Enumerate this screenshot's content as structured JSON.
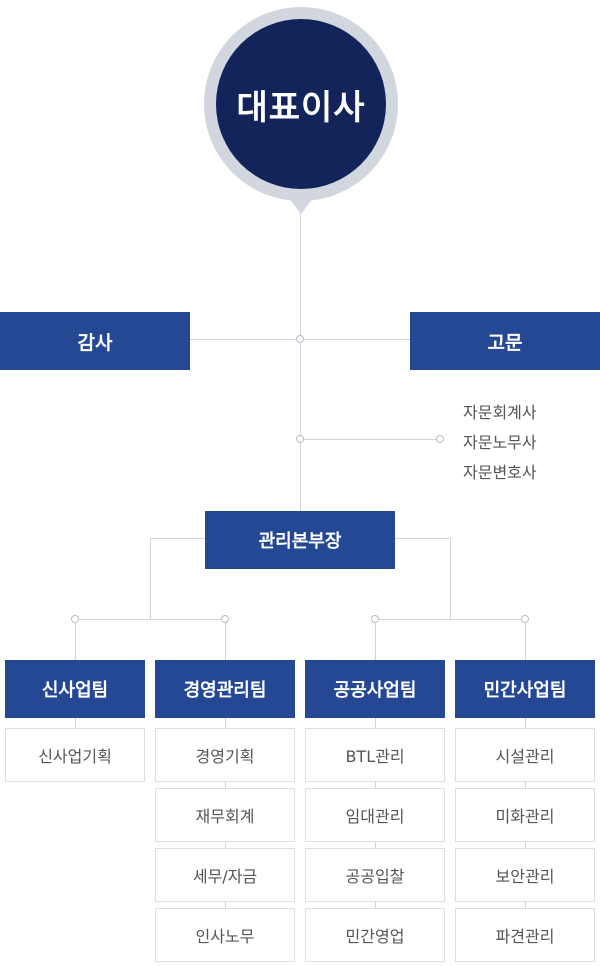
{
  "ceo": {
    "label": "대표이사"
  },
  "audit": {
    "label": "감사"
  },
  "advisor": {
    "label": "고문"
  },
  "advisory_list": [
    "자문회계사",
    "자문노무사",
    "자문변호사"
  ],
  "division_head": {
    "label": "관리본부장"
  },
  "teams": [
    {
      "name": "신사업팀",
      "tasks": [
        "신사업기획"
      ]
    },
    {
      "name": "경영관리팀",
      "tasks": [
        "경영기획",
        "재무회계",
        "세무/자금",
        "인사노무"
      ]
    },
    {
      "name": "공공사업팀",
      "tasks": [
        "BTL관리",
        "임대관리",
        "공공입찰",
        "민간영업"
      ]
    },
    {
      "name": "민간사업팀",
      "tasks": [
        "시설관리",
        "미화관리",
        "보안관리",
        "파견관리"
      ]
    }
  ],
  "colors": {
    "ceo_fill": "#13245b",
    "ceo_ring": "#d2d6de",
    "box_fill": "#244893",
    "connector": "#cfd3db"
  }
}
